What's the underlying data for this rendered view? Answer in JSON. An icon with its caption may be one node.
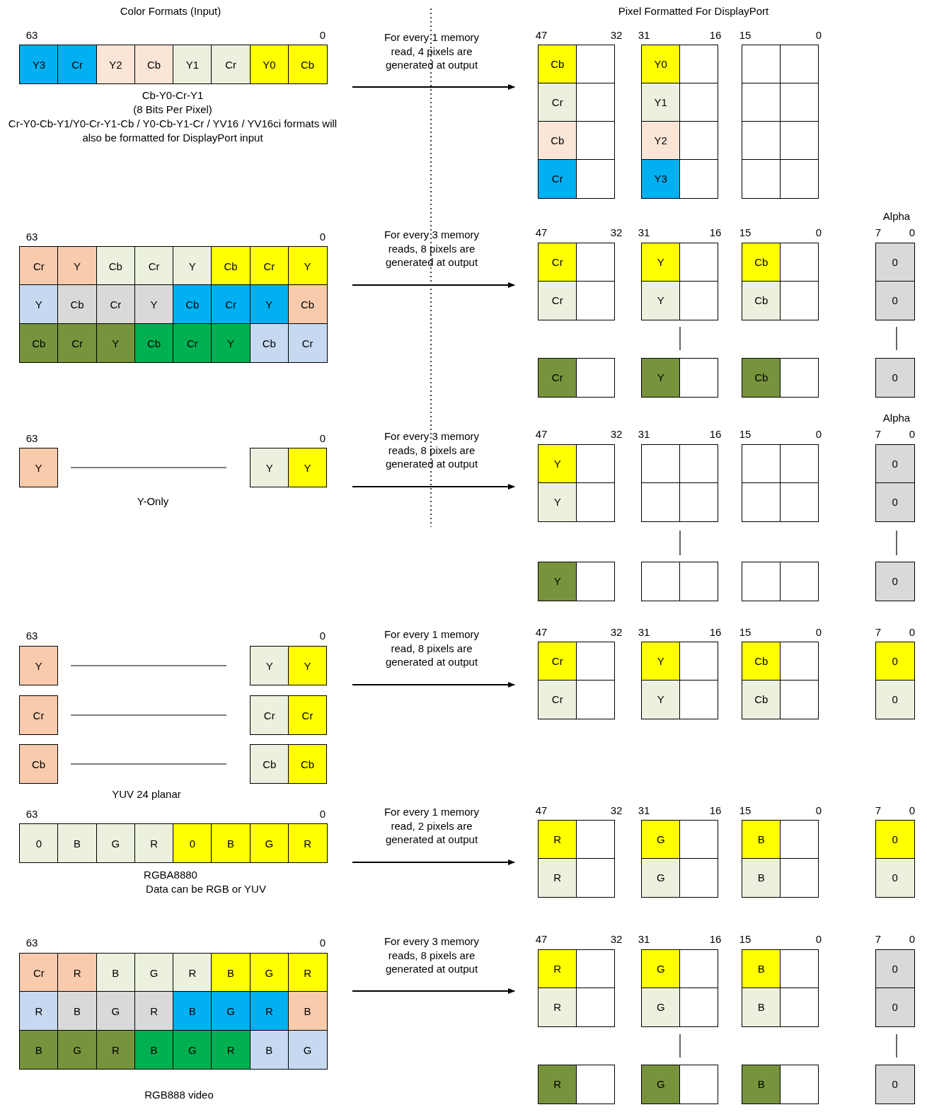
{
  "diagram": {
    "labels": [
      "Color Formats (Input)",
      "Pixel Formatted For DisplayPort",
      "63",
      "0",
      "Y3",
      "Cr",
      "Y2",
      "Cb",
      "Y1",
      "Cr",
      "Y0",
      "Cb",
      "Cb-Y0-Cr-Y1",
      "(8 Bits Per Pixel)",
      "Cr-Y0-Cb-Y1/Y0-Cr-Y1-Cb / Y0-Cb-Y1-Cr / YV16 / YV16ci formats will also be formatted for DisplayPort input",
      "For every 1 memory read, 4 pixels are generated at output",
      "47",
      "32",
      "31",
      "16",
      "15",
      "0",
      "Cb",
      "Y0",
      "Cr",
      "Y1",
      "Cb",
      "Y2",
      "Cr",
      "Y3",
      "63",
      "0",
      "Cr",
      "Y",
      "Cb",
      "Cr",
      "Y",
      "Cb",
      "Cr",
      "Y",
      "Y",
      "Cb",
      "Cr",
      "Y",
      "Cb",
      "Cr",
      "Y",
      "Cb",
      "Cb",
      "Cr",
      "Y",
      "Cb",
      "Cr",
      "Y",
      "Cb",
      "Cr",
      "For every 3 memory reads, 8 pixels are generated at output",
      "Alpha",
      "47",
      "32",
      "31",
      "16",
      "15",
      "0",
      "7",
      "0",
      "Cr",
      "Y",
      "Cb",
      "0",
      "Cr",
      "Y",
      "Cb",
      "0",
      "Cr",
      "Y",
      "Cb",
      "0",
      "63",
      "0",
      "Y",
      "Y",
      "Y",
      "Y-Only",
      "For every 3 memory reads, 8 pixels are generated at output",
      "Alpha",
      "47",
      "32",
      "31",
      "16",
      "15",
      "0",
      "7",
      "0",
      "Y",
      "0",
      "Y",
      "0",
      "Y",
      "0",
      "63",
      "0",
      "Y",
      "Y",
      "Y",
      "Cr",
      "Cr",
      "Cr",
      "Cb",
      "Cb",
      "Cb",
      "YUV 24 planar",
      "For every 1 memory read, 8 pixels are generated at output",
      "47",
      "32",
      "31",
      "16",
      "15",
      "0",
      "7",
      "0",
      "Cr",
      "Y",
      "Cb",
      "0",
      "Cr",
      "Y",
      "Cb",
      "0",
      "63",
      "0",
      "0",
      "B",
      "G",
      "R",
      "0",
      "B",
      "G",
      "R",
      "RGBA8880",
      "Data can be RGB or YUV",
      "For every 1 memory read, 2 pixels are generated at output",
      "47",
      "32",
      "31",
      "16",
      "15",
      "0",
      "7",
      "0",
      "R",
      "G",
      "B",
      "0",
      "R",
      "G",
      "B",
      "0",
      "63",
      "0",
      "Cr",
      "R",
      "B",
      "G",
      "R",
      "B",
      "G",
      "R",
      "R",
      "B",
      "G",
      "R",
      "B",
      "G",
      "R",
      "B",
      "B",
      "G",
      "R",
      "B",
      "G",
      "R",
      "B",
      "G",
      "RGB888 video",
      "For every 3 memory reads, 8 pixels are generated at output",
      "47",
      "32",
      "31",
      "16",
      "15",
      "0",
      "7",
      "0",
      "R",
      "G",
      "B",
      "0",
      "R",
      "G",
      "B",
      "0",
      "R",
      "G",
      "B",
      "0"
    ]
  }
}
